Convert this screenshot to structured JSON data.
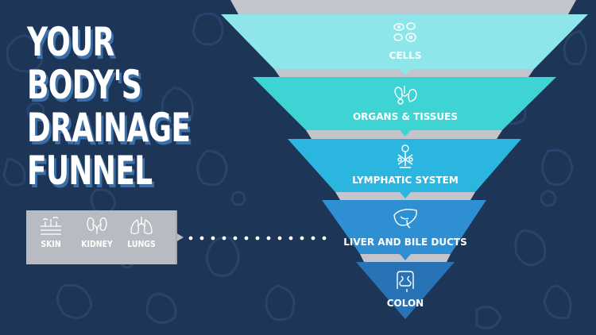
{
  "title_lines": [
    "YOUR",
    "BODY'S",
    "DRAINAGE",
    "FUNNEL"
  ],
  "funnel": {
    "stages": [
      {
        "label": "CELLS",
        "icon": "cells-icon",
        "color": "#8ee6ea"
      },
      {
        "label": "ORGANS & TISSUES",
        "icon": "organs-icon",
        "color": "#3fd4d4"
      },
      {
        "label": "LYMPHATIC SYSTEM",
        "icon": "lymphatic-icon",
        "color": "#2bb6e0"
      },
      {
        "label": "LIVER AND BILE DUCTS",
        "icon": "liver-icon",
        "color": "#2f8fd3"
      },
      {
        "label": "COLON",
        "icon": "colon-icon",
        "color": "#2873b5"
      }
    ],
    "connector_color": "#c2c6cc"
  },
  "side_box": {
    "items": [
      {
        "label": "SKIN",
        "icon": "skin-icon"
      },
      {
        "label": "KIDNEY",
        "icon": "kidney-icon"
      },
      {
        "label": "LUNGS",
        "icon": "lungs-icon"
      }
    ]
  },
  "colors": {
    "background": "#1d3557",
    "title_shadow": "#3b6fa8",
    "side_box": "#b8bcc2"
  }
}
